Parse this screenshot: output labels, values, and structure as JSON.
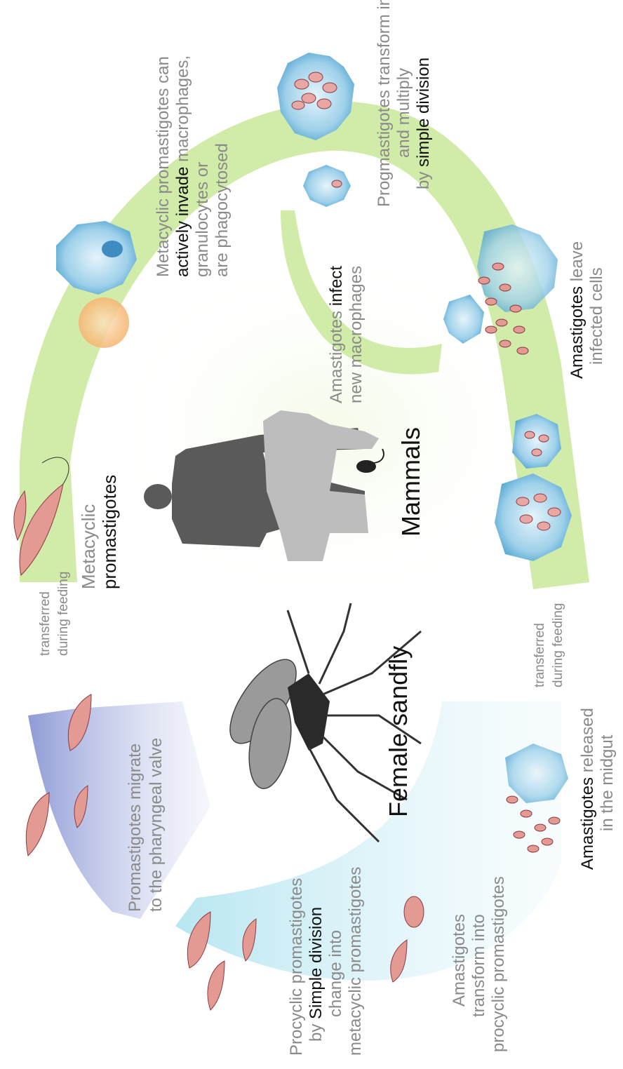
{
  "labels": {
    "transferred_top_1": "transferred",
    "transferred_top_2": "during feeding",
    "metacyclic_1": "Metacyclic",
    "metacyclic_2": "promastigotes",
    "invade_1": "Metacyclic promastigotes can",
    "invade_2a": "actively invade",
    "invade_2b": " macrophages,",
    "invade_3": "granulocytes or",
    "invade_4": "are phagocytosed",
    "transform_1": "Progmastigotes transform into amastigotes",
    "transform_2": "and multiply",
    "transform_3a": "by ",
    "transform_3b": "simple division",
    "infect_1a": "Amastigotes ",
    "infect_1b": "infect",
    "infect_2": "new macrophages",
    "leave_1a": "Amastigotes",
    "leave_1b": " leave",
    "leave_2": "infected cells",
    "mammals": "Mammals",
    "female_sandfly": "Female sandfly",
    "transferred_bottom_1": "transferred",
    "transferred_bottom_2": "during feeding",
    "migrate_1": "Promastigotes migrate",
    "migrate_2": "to the pharyngeal valve",
    "procyclic_1": "Procyclic promastigotes",
    "procyclic_2a": "by ",
    "procyclic_2b": "Simple division",
    "procyclic_3": "change into",
    "procyclic_4": "metacyclic promastigotes",
    "released_1a": "Amastigotes",
    "released_1b": " released",
    "released_2": "in the midgut",
    "amast_transform_1": "Amastigotes",
    "amast_transform_2": "transform into",
    "amast_transform_3": "procyclic promastigotes"
  },
  "colors": {
    "mammal_band": "#c9e89a",
    "sandfly_band_purple": "#9aa6dc",
    "sandfly_band_cyan": "#bfe9f2",
    "parasite": "#e39a92",
    "macrophage": "#7fc2e0",
    "silhouette_human": "#555555",
    "silhouette_dog": "#bdbdbd"
  }
}
